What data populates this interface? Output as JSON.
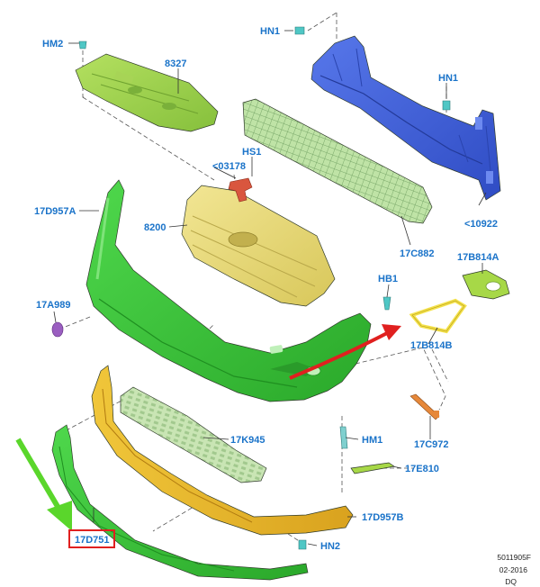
{
  "parts": [
    {
      "id": "hm2",
      "label": "HM2"
    },
    {
      "id": "p8327",
      "label": "8327"
    },
    {
      "id": "hn1_top",
      "label": "HN1"
    },
    {
      "id": "hn1_right",
      "label": "HN1"
    },
    {
      "id": "hs1",
      "label": "HS1"
    },
    {
      "id": "p03178",
      "label": "<03178"
    },
    {
      "id": "p17d957a",
      "label": "17D957A"
    },
    {
      "id": "p8200",
      "label": "8200"
    },
    {
      "id": "p17c882",
      "label": "17C882"
    },
    {
      "id": "p10922",
      "label": "<10922"
    },
    {
      "id": "p17b814a",
      "label": "17B814A"
    },
    {
      "id": "hb1",
      "label": "HB1"
    },
    {
      "id": "p17a989",
      "label": "17A989"
    },
    {
      "id": "p17b814b",
      "label": "17B814B"
    },
    {
      "id": "p17k945",
      "label": "17K945"
    },
    {
      "id": "hm1",
      "label": "HM1"
    },
    {
      "id": "p17c972",
      "label": "17C972"
    },
    {
      "id": "p17e810",
      "label": "17E810"
    },
    {
      "id": "p17d957b",
      "label": "17D957B"
    },
    {
      "id": "p17d751",
      "label": "17D751"
    },
    {
      "id": "hn2",
      "label": "HN2"
    }
  ],
  "meta": {
    "drawing_number": "5011905F",
    "date": "02-2016",
    "author": "DQ"
  },
  "colors": {
    "label_blue": "#1a73c9",
    "bumper_green": "#3cc43c",
    "lip_green": "#35b52c",
    "grille_yellow": "#e8dc7a",
    "absorber_gold": "#e2b52a",
    "beam_blue": "#3f5fd6",
    "shield_green": "#9bd24a",
    "highlight_red": "#e0201f",
    "arrow_green": "#5ad62b"
  }
}
